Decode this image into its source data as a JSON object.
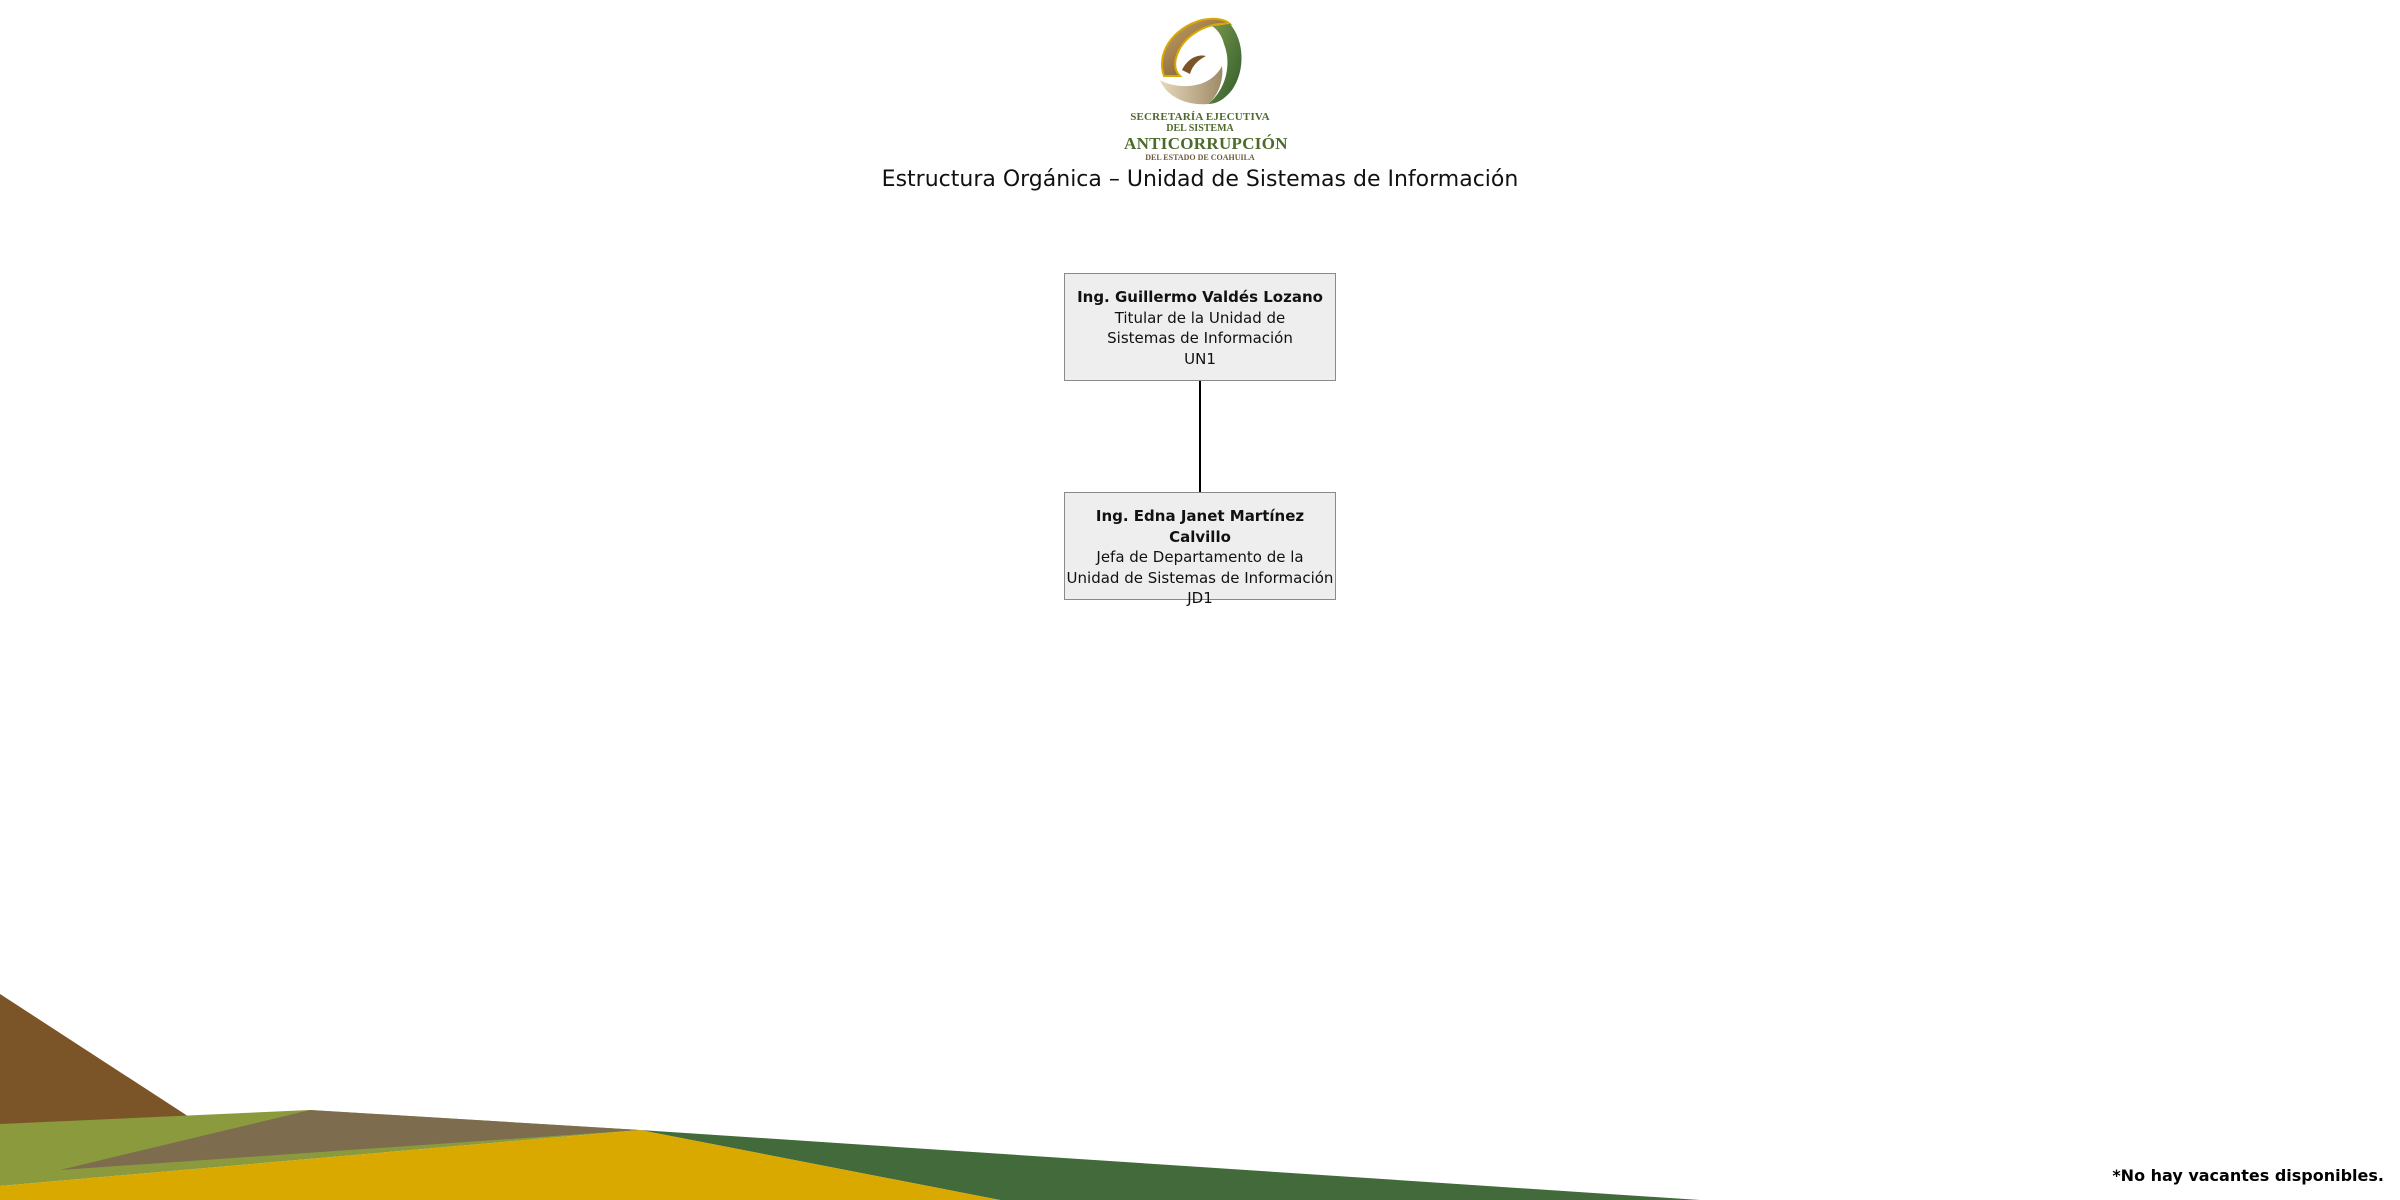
{
  "logo": {
    "line1": "SECRETARÍA EJECUTIVA",
    "line2": "DEL SISTEMA",
    "line3": "ANTICORRUPCIÓN",
    "line4": "DEL ESTADO DE COAHUILA"
  },
  "title": "Estructura Orgánica – Unidad de Sistemas de Información",
  "org_chart": {
    "nodes": [
      {
        "name": "Ing. Guillermo Valdés Lozano",
        "position_line1": "Titular de la Unidad de",
        "position_line2": "Sistemas de Información",
        "code": "UN1"
      },
      {
        "name": "Ing. Edna Janet Martínez Calvillo",
        "position_line1": "Jefa de Departamento de la",
        "position_line2": "Unidad de Sistemas de Información",
        "code": "JD1"
      }
    ]
  },
  "footnote": "*No hay vacantes disponibles.",
  "colors": {
    "brown": "#7b5427",
    "olive": "#8a9a3d",
    "taupe": "#7e6c4e",
    "gold": "#d9a900",
    "green": "#426a3a",
    "box_fill": "#eeeeee",
    "box_border": "#8a8a8a"
  }
}
